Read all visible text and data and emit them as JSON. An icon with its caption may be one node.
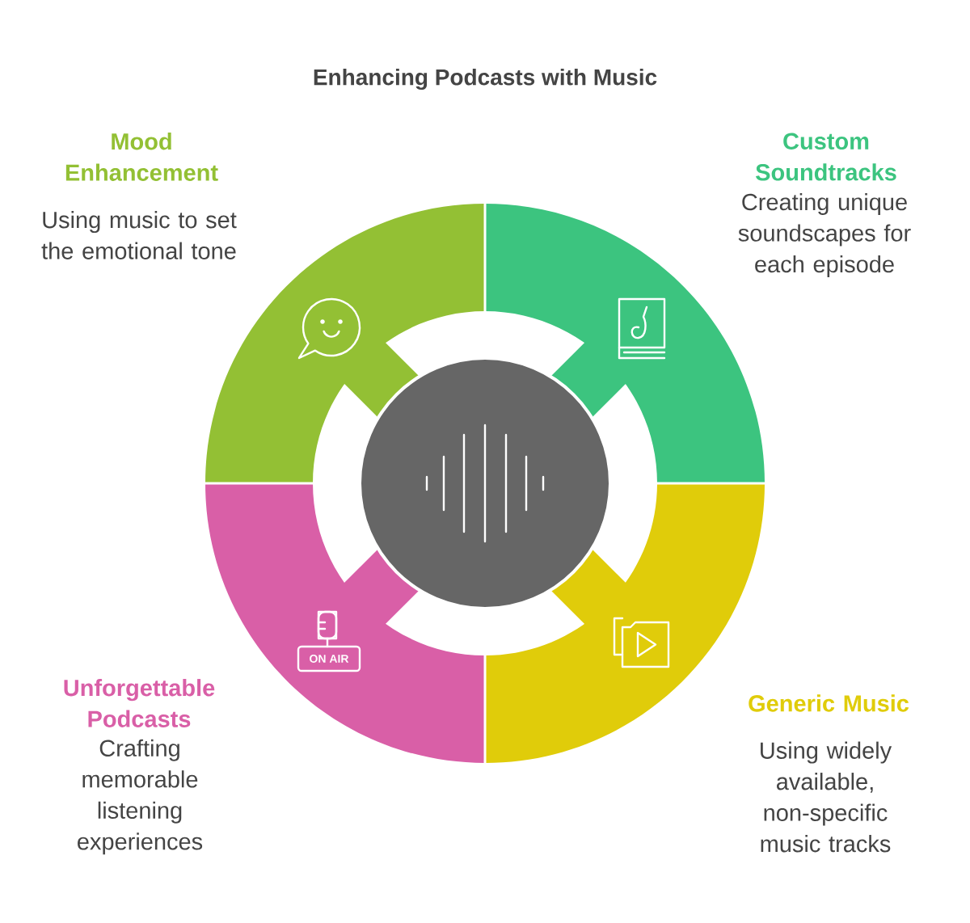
{
  "diagram": {
    "title": "Enhancing Podcasts with Music",
    "nodes": [
      {
        "text": [
          "Mood Enhancement",
          "Using music to set the emotional tone"
        ]
      },
      {
        "text": [
          "Custom Soundtracks",
          "Creating unique soundscapes for each episode"
        ]
      },
      {
        "text": [],
        "shape": "circle"
      },
      {
        "text": [
          "Unforgettable Podcasts",
          "Crafting memorable listening experiences"
        ]
      },
      {
        "text": [
          "Generic Music",
          "Using widely available, non-specific music tracks"
        ]
      }
    ],
    "labels": [
      "ON AIR"
    ]
  }
}
